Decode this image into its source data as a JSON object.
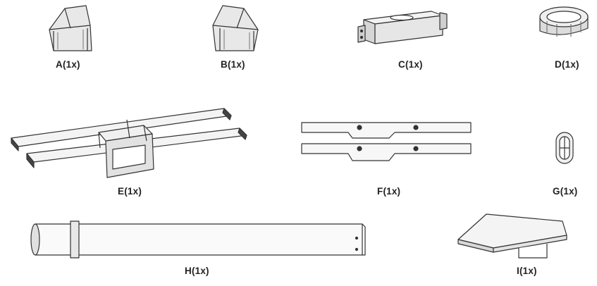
{
  "parts": [
    {
      "id": "a",
      "label": "A(1x)"
    },
    {
      "id": "b",
      "label": "B(1x)"
    },
    {
      "id": "c",
      "label": "C(1x)"
    },
    {
      "id": "d",
      "label": "D(1x)"
    },
    {
      "id": "e",
      "label": "E(1x)"
    },
    {
      "id": "f",
      "label": "F(1x)"
    },
    {
      "id": "g",
      "label": "G(1x)"
    },
    {
      "id": "h",
      "label": "H(1x)"
    },
    {
      "id": "i",
      "label": "I(1x)"
    }
  ],
  "colors": {
    "line": "#333333",
    "fill": "#ffffff",
    "shade": "#d9d9d9",
    "label": "#222222"
  }
}
